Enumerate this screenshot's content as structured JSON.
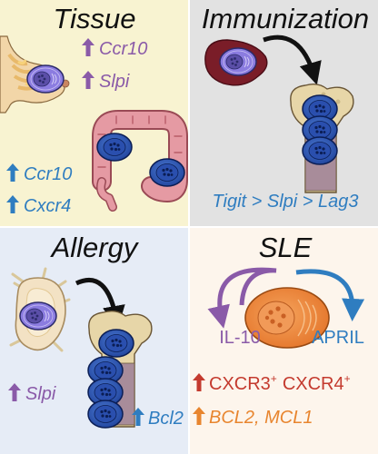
{
  "colors": {
    "tissue_bg": "#f8f3d1",
    "immunization_bg": "#e2e2e2",
    "allergy_bg": "#e6ecf6",
    "sle_bg": "#fdf5ec",
    "purple": "#8a5aa8",
    "blue": "#2f7dc0",
    "red": "#c43a2e",
    "orange": "#e8852e",
    "dark_text": "#111111"
  },
  "panels": {
    "tissue": {
      "title": "Tissue",
      "genes_purple": [
        "Ccr10",
        "Slpi"
      ],
      "genes_blue": [
        "Ccr10",
        "Cxcr4"
      ]
    },
    "immunization": {
      "title": "Immunization",
      "ranking": "Tigit > Slpi > Lag3"
    },
    "allergy": {
      "title": "Allergy",
      "gene_purple": "Slpi",
      "gene_blue": "Bcl2"
    },
    "sle": {
      "title": "SLE",
      "left_cytokine": "IL-10",
      "right_cytokine": "APRIL",
      "receptor_1": "CXCR3",
      "receptor_2": "CXCR4",
      "superscript": "+",
      "genes_orange": "BCL2, MCL1"
    }
  },
  "icons": [
    "up-arrow-icon",
    "curved-arrow-icon",
    "cell-icon",
    "bone-icon",
    "breast-icon",
    "colon-icon",
    "spleen-icon",
    "lymph-node-icon"
  ]
}
